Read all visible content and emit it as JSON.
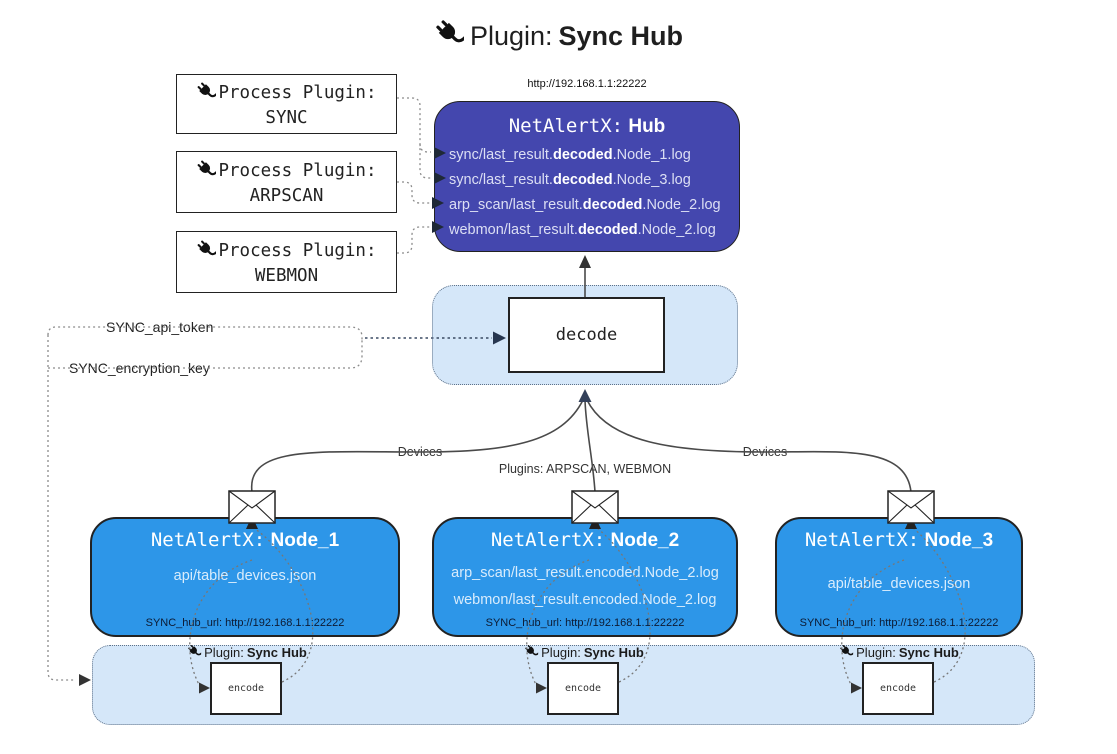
{
  "title": {
    "icon": "plug-icon",
    "prefix": "Plugin:",
    "name": "Sync Hub"
  },
  "hub": {
    "url": "http://192.168.1.1:22222",
    "title_code": "NetAlertX:",
    "title_bold": "Hub",
    "lines": [
      {
        "pre": "sync/last_result.",
        "bold": "decoded",
        "post": ".Node_1.log"
      },
      {
        "pre": "sync/last_result.",
        "bold": "decoded",
        "post": ".Node_3.log"
      },
      {
        "pre": "arp_scan/last_result.",
        "bold": "decoded",
        "post": ".Node_2.log"
      },
      {
        "pre": "webmon/last_result.",
        "bold": "decoded",
        "post": ".Node_2.log"
      }
    ]
  },
  "process_plugins": [
    {
      "icon": "plug-icon",
      "label": "Process Plugin:",
      "name": "SYNC"
    },
    {
      "icon": "plug-icon",
      "label": "Process Plugin:",
      "name": "ARPSCAN"
    },
    {
      "icon": "plug-icon",
      "label": "Process Plugin:",
      "name": "WEBMON"
    }
  ],
  "decode": {
    "label": "decode"
  },
  "tokens": {
    "api_token": "SYNC_api_token",
    "encryption_key": "SYNC_encryption_key"
  },
  "edges": {
    "devices_left": "Devices",
    "devices_right": "Devices",
    "plugins_center": "Plugins: ARPSCAN, WEBMON"
  },
  "nodes": [
    {
      "icon": "envelope-icon",
      "title_code": "NetAlertX:",
      "title_bold": "Node_1",
      "lines": [
        "api/table_devices.json"
      ],
      "hub_url": "SYNC_hub_url: http://192.168.1.1:22222"
    },
    {
      "icon": "envelope-icon",
      "title_code": "NetAlertX:",
      "title_bold": "Node_2",
      "lines": [
        "arp_scan/last_result.encoded.Node_2.log",
        "webmon/last_result.encoded.Node_2.log"
      ],
      "hub_url": "SYNC_hub_url: http://192.168.1.1:22222"
    },
    {
      "icon": "envelope-icon",
      "title_code": "NetAlertX:",
      "title_bold": "Node_3",
      "lines": [
        "api/table_devices.json"
      ],
      "hub_url": "SYNC_hub_url: http://192.168.1.1:22222"
    }
  ],
  "encoders": [
    {
      "icon": "plug-icon",
      "plugin_label": "Plugin:",
      "plugin_name": "Sync Hub",
      "box_label": "encode"
    },
    {
      "icon": "plug-icon",
      "plugin_label": "Plugin:",
      "plugin_name": "Sync Hub",
      "box_label": "encode"
    },
    {
      "icon": "plug-icon",
      "plugin_label": "Plugin:",
      "plugin_name": "Sync Hub",
      "box_label": "encode"
    }
  ],
  "colors": {
    "hub_fill": "#4447ae",
    "node_fill": "#2d96e8",
    "panel_fill": "#d5e7f9",
    "panel_border": "#5f7187",
    "line": "#4a4a4a",
    "dotted": "#8c8c8c",
    "hub_text": "#dcdff4",
    "node_text": "#d9ecfc",
    "arrow_dark": "#27364f"
  }
}
